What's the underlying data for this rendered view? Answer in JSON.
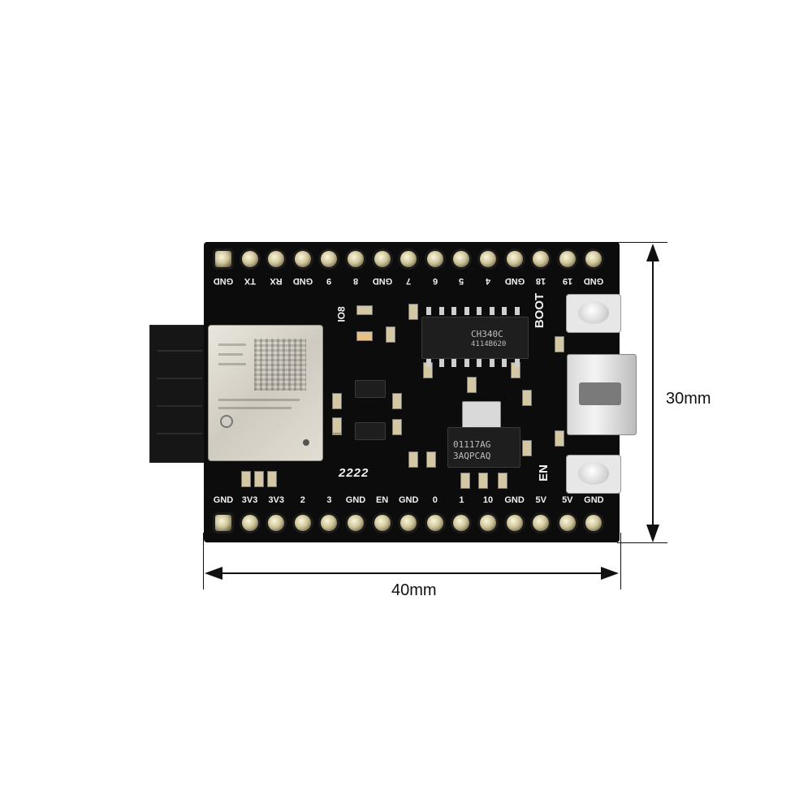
{
  "top_labels": [
    "GND",
    "TX",
    "RX",
    "GND",
    "9",
    "8",
    "GND",
    "7",
    "6",
    "5",
    "4",
    "GND",
    "18",
    "19",
    "GND"
  ],
  "bottom_labels": [
    "GND",
    "3V3",
    "3V3",
    "2",
    "3",
    "GND",
    "EN",
    "GND",
    "0",
    "1",
    "10",
    "GND",
    "5V",
    "5V",
    "GND"
  ],
  "silkscreen": {
    "boot": "BOOT",
    "en": "EN",
    "io8": "IO8",
    "bottom_code": "2222"
  },
  "chips": {
    "usb_serial": "CH340C",
    "usb_serial_batch": "4114B620",
    "regulator": "01117AG",
    "regulator_batch": "3AQPCAQ"
  },
  "dimensions": {
    "height": "30mm",
    "width": "40mm"
  },
  "colors": {
    "pcb": "#0c0c0c",
    "silkscreen": "#f2f2f2",
    "pin_gold": "#cfc59a"
  }
}
